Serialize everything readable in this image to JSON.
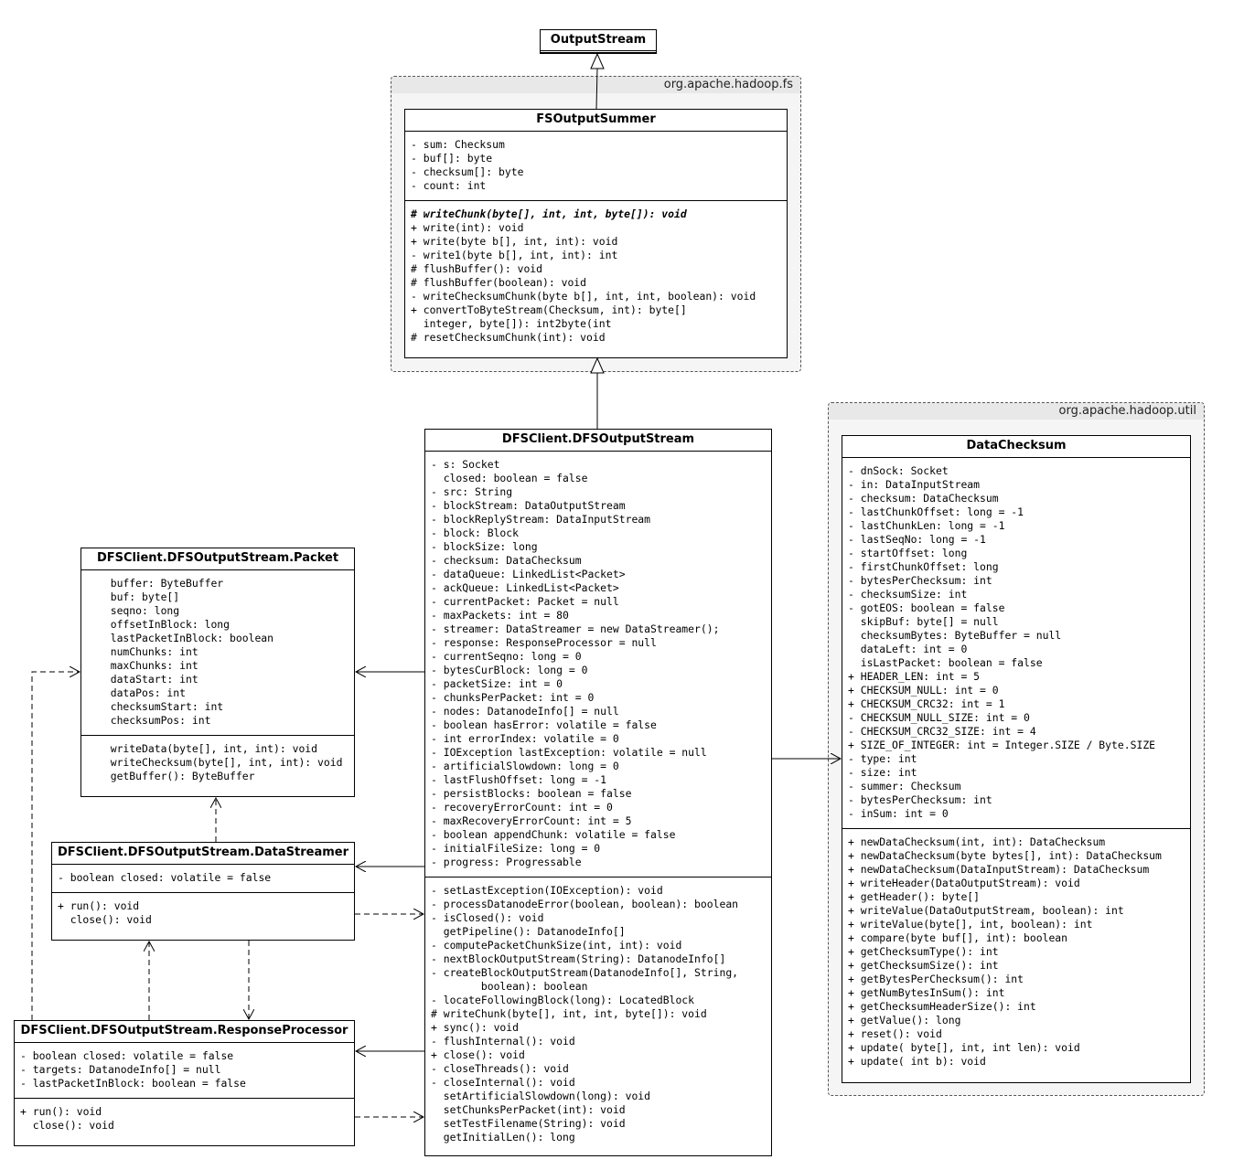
{
  "packages": {
    "fs": "org.apache.hadoop.fs",
    "util": "org.apache.hadoop.util"
  },
  "classes": {
    "output_stream": {
      "name": "OutputStream"
    },
    "fs_output_summer": {
      "name": "FSOutputSummer",
      "fields": [
        "- sum: Checksum",
        "- buf[]: byte",
        "- checksum[]: byte",
        "- count: int"
      ],
      "methods": [
        "# writeChunk(byte[], int, int, byte[]): void",
        "+ write(int): void",
        "+ write(byte b[], int, int): void",
        "- write1(byte b[], int, int): int",
        "# flushBuffer(): void",
        "# flushBuffer(boolean): void",
        "- writeChecksumChunk(byte b[], int, int, boolean): void",
        "+ convertToByteStream(Checksum, int): byte[]",
        "  integer, byte[]): int2byte(int",
        "# resetChecksumChunk(int): void"
      ]
    },
    "dfs_output_stream": {
      "name": "DFSClient.DFSOutputStream",
      "fields": [
        "- s: Socket",
        "  closed: boolean = false",
        "- src: String",
        "- blockStream: DataOutputStream",
        "- blockReplyStream: DataInputStream",
        "- block: Block",
        "- blockSize: long",
        "- checksum: DataChecksum",
        "- dataQueue: LinkedList<Packet>",
        "- ackQueue: LinkedList<Packet>",
        "- currentPacket: Packet = null",
        "- maxPackets: int = 80",
        "- streamer: DataStreamer = new DataStreamer();",
        "- response: ResponseProcessor = null",
        "- currentSeqno: long = 0",
        "- bytesCurBlock: long = 0",
        "- packetSize: int = 0",
        "- chunksPerPacket: int = 0",
        "- nodes: DatanodeInfo[] = null",
        "- boolean hasError: volatile = false",
        "- int errorIndex: volatile = 0",
        "- IOException lastException: volatile = null",
        "- artificialSlowdown: long = 0",
        "- lastFlushOffset: long = -1",
        "- persistBlocks: boolean = false",
        "- recoveryErrorCount: int = 0",
        "- maxRecoveryErrorCount: int = 5",
        "- boolean appendChunk: volatile = false",
        "- initialFileSize: long = 0",
        "- progress: Progressable"
      ],
      "methods": [
        "- setLastException(IOException): void",
        "- processDatanodeError(boolean, boolean): boolean",
        "- isClosed(): void",
        "  getPipeline(): DatanodeInfo[]",
        "- computePacketChunkSize(int, int): void",
        "- nextBlockOutputStream(String): DatanodeInfo[]",
        "- createBlockOutputStream(DatanodeInfo[], String,",
        "        boolean): boolean",
        "- locateFollowingBlock(long): LocatedBlock",
        "# writeChunk(byte[], int, int, byte[]): void",
        "+ sync(): void",
        "- flushInternal(): void",
        "+ close(): void",
        "- closeThreads(): void",
        "- closeInternal(): void",
        "  setArtificialSlowdown(long): void",
        "  setChunksPerPacket(int): void",
        "  setTestFilename(String): void",
        "  getInitialLen(): long"
      ]
    },
    "packet": {
      "name": "DFSClient.DFSOutputStream.Packet",
      "fields": [
        "  buffer: ByteBuffer",
        "  buf: byte[]",
        "  seqno: long",
        "  offsetInBlock: long",
        "  lastPacketInBlock: boolean",
        "  numChunks: int",
        "  maxChunks: int",
        "  dataStart: int",
        "  dataPos: int",
        "  checksumStart: int",
        "  checksumPos: int"
      ],
      "methods": [
        "  writeData(byte[], int, int): void",
        "  writeChecksum(byte[], int, int): void",
        "  getBuffer(): ByteBuffer"
      ]
    },
    "data_streamer": {
      "name": "DFSClient.DFSOutputStream.DataStreamer",
      "fields": [
        "- boolean closed: volatile = false"
      ],
      "methods": [
        "+ run(): void",
        "  close(): void"
      ]
    },
    "response_processor": {
      "name": "DFSClient.DFSOutputStream.ResponseProcessor",
      "fields": [
        "- boolean closed: volatile = false",
        "- targets: DatanodeInfo[] = null",
        "- lastPacketInBlock: boolean = false"
      ],
      "methods": [
        "+ run(): void",
        "  close(): void"
      ]
    },
    "data_checksum": {
      "name": "DataChecksum",
      "fields": [
        "- dnSock: Socket",
        "- in: DataInputStream",
        "- checksum: DataChecksum",
        "- lastChunkOffset: long = -1",
        "- lastChunkLen: long = -1",
        "- lastSeqNo: long = -1",
        "- startOffset: long",
        "- firstChunkOffset: long",
        "- bytesPerChecksum: int",
        "- checksumSize: int",
        "- gotEOS: boolean = false",
        "  skipBuf: byte[] = null",
        "  checksumBytes: ByteBuffer = null",
        "  dataLeft: int = 0",
        "  isLastPacket: boolean = false",
        "+ HEADER_LEN: int = 5",
        "+ CHECKSUM_NULL: int = 0",
        "+ CHECKSUM_CRC32: int = 1",
        "- CHECKSUM_NULL_SIZE: int = 0",
        "- CHECKSUM_CRC32_SIZE: int = 4",
        "+ SIZE_OF_INTEGER: int = Integer.SIZE / Byte.SIZE",
        "- type: int",
        "- size: int",
        "- summer: Checksum",
        "- bytesPerChecksum: int",
        "- inSum: int = 0"
      ],
      "methods": [
        "+ newDataChecksum(int, int): DataChecksum",
        "+ newDataChecksum(byte bytes[], int): DataChecksum",
        "+ newDataChecksum(DataInputStream): DataChecksum",
        "+ writeHeader(DataOutputStream): void",
        "+ getHeader(): byte[]",
        "+ writeValue(DataOutputStream, boolean): int",
        "+ writeValue(byte[], int, boolean): int",
        "+ compare(byte buf[], int): boolean",
        "+ getChecksumType(): int",
        "+ getChecksumSize(): int",
        "+ getBytesPerChecksum(): int",
        "+ getNumBytesInSum(): int",
        "+ getChecksumHeaderSize(): int",
        "+ getValue(): long",
        "+ reset(): void",
        "+ update( byte[], int, int len): void",
        "+ update( int b): void"
      ]
    }
  }
}
